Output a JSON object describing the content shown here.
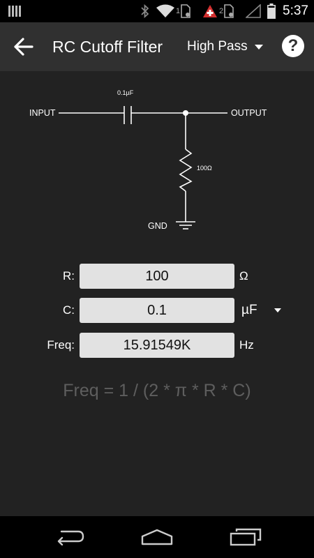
{
  "status_bar": {
    "time": "5:37",
    "icons": [
      "notification-bars-icon",
      "bluetooth-icon",
      "wifi-icon",
      "sim1-icon",
      "swiss-cross-icon",
      "sim2-icon",
      "signal-icon",
      "battery-icon"
    ],
    "sim1_number": "1",
    "sim2_number": "2"
  },
  "action_bar": {
    "title": "RC Cutoff Filter",
    "filter_mode": "High Pass"
  },
  "schematic": {
    "input_label": "INPUT",
    "output_label": "OUTPUT",
    "capacitor_label": "0.1µF",
    "resistor_label": "100Ω",
    "ground_label": "GND"
  },
  "form": {
    "r_label": "R:",
    "r_value": "100",
    "r_unit": "Ω",
    "c_label": "C:",
    "c_value": "0.1",
    "c_unit": "µF",
    "freq_label": "Freq:",
    "freq_value": "15.91549K",
    "freq_unit": "Hz"
  },
  "formula": "Freq = 1 / (2 * π * R * C)",
  "colors": {
    "background": "#222222",
    "action_bar": "#303030",
    "field": "#e2e2e2",
    "formula_text": "#5e5e5e"
  }
}
